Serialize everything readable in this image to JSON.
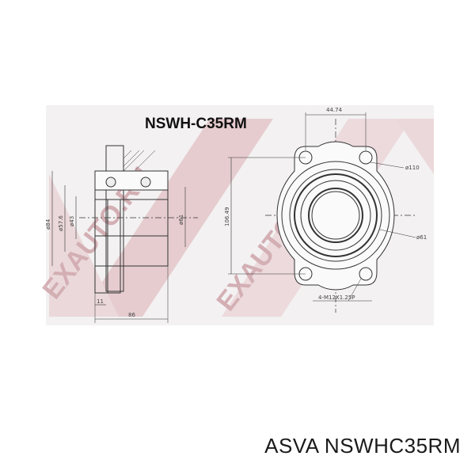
{
  "drawing": {
    "title": "NSWH-C35RM",
    "watermark": "EXAUTO.RU",
    "dims": {
      "top_width": "44.74",
      "hole_dia": "ø110",
      "vertical": "106.49",
      "outer": "ø61",
      "thread": "4-M12X1.25P",
      "side_left1": "ø84",
      "side_left2": "ø57.6",
      "side_left3": "ø43",
      "side_right": "ø61",
      "bottom_small": "11",
      "bottom_width": "86"
    }
  },
  "caption": {
    "brand": "ASVA",
    "part_number": "NSWHC35RM"
  },
  "colors": {
    "watermark": "#c98d95",
    "lines": "#333333",
    "background": "#ffffff"
  }
}
